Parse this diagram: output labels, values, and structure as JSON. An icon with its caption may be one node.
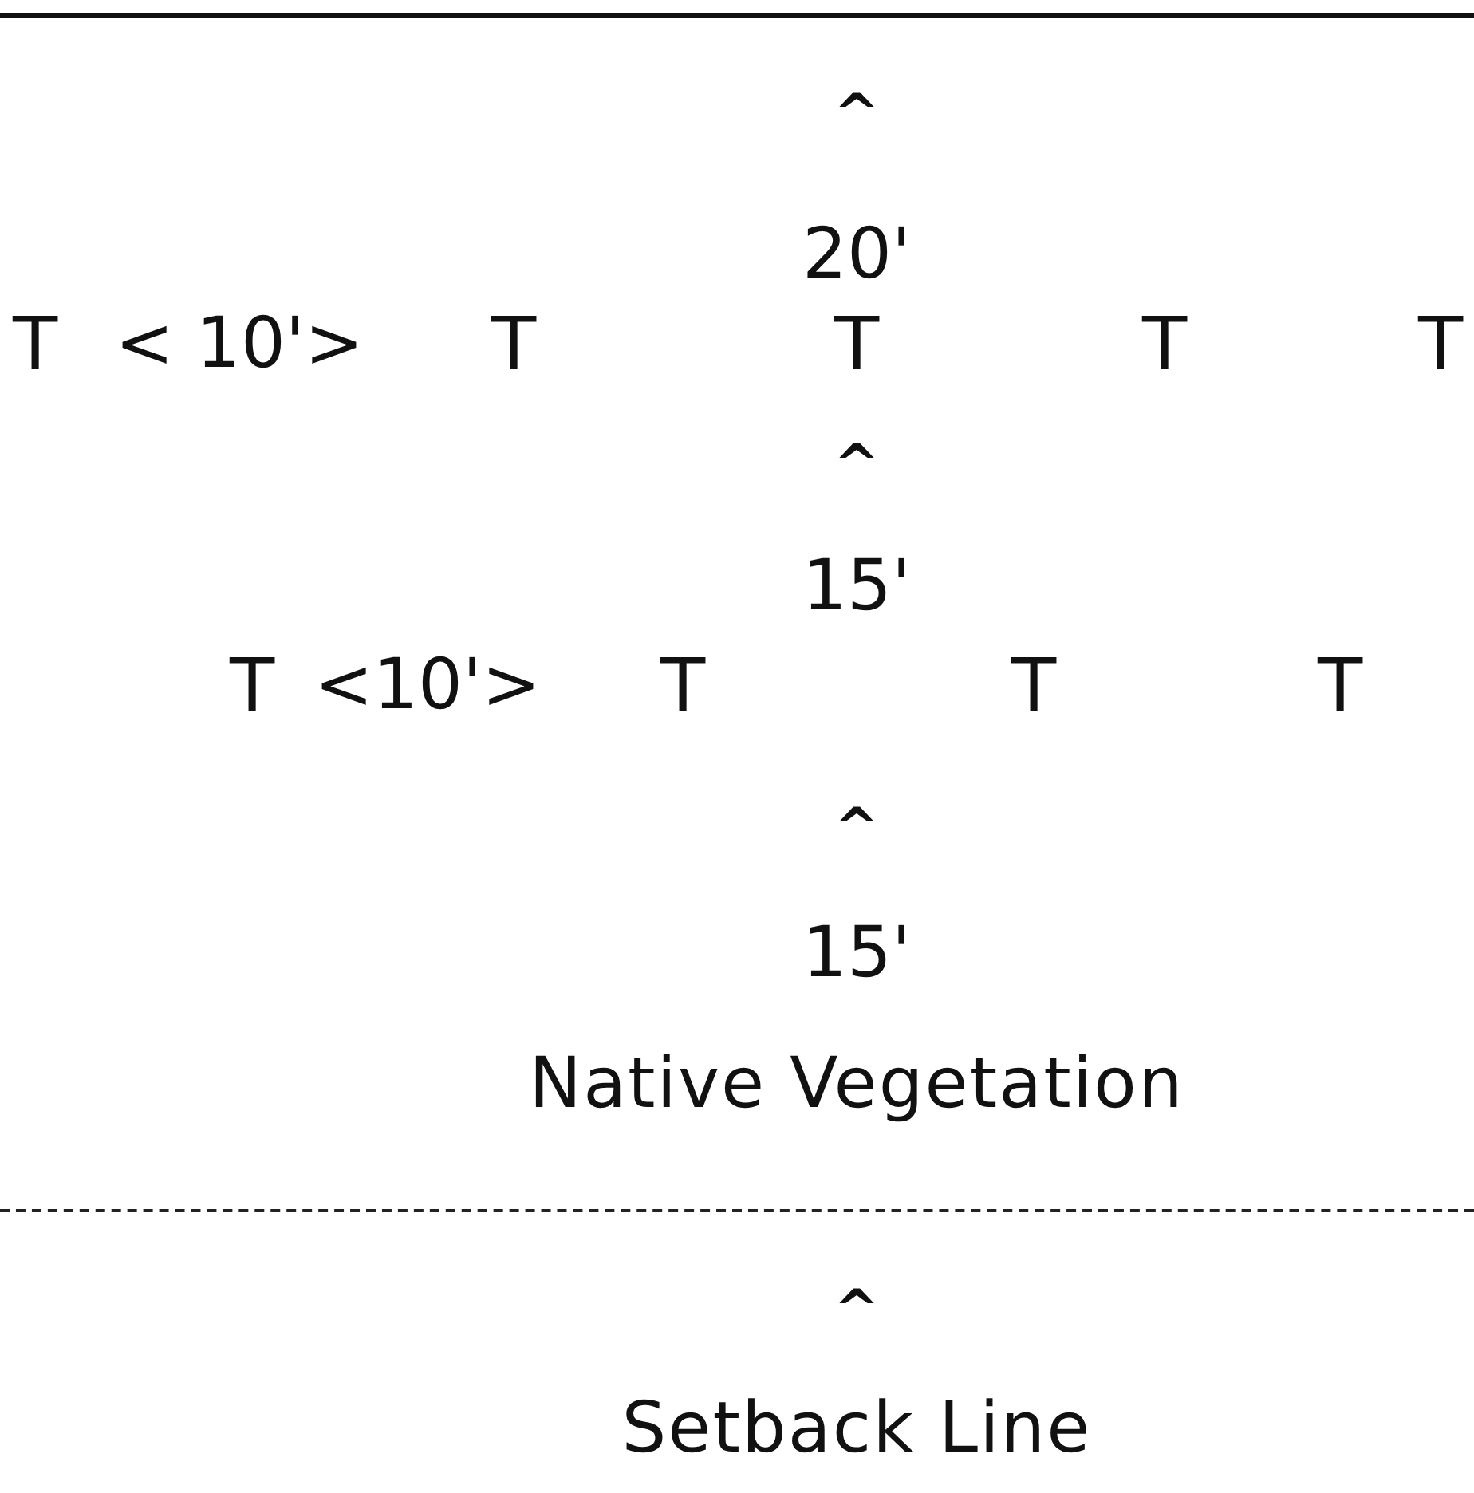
{
  "diagram": {
    "labels": [
      "^",
      "20'",
      "T",
      "< 10'>",
      "T",
      "T",
      "T",
      "T",
      "^",
      "15'",
      "T",
      "<10'>",
      "T",
      "T",
      "T",
      "^",
      "15'",
      "Native Vegetation",
      "^",
      "Setback Line"
    ]
  }
}
